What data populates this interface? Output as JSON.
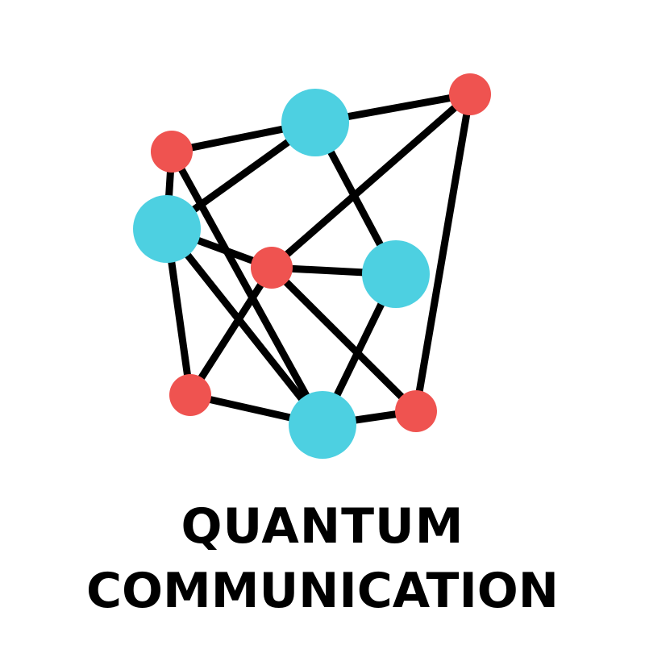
{
  "icon": {
    "name": "network-graph-icon",
    "colors": {
      "line": "#000000",
      "node_small": "#ef5350",
      "node_large": "#4dd0e1"
    },
    "nodes": [
      {
        "id": "n1",
        "kind": "small"
      },
      {
        "id": "n2",
        "kind": "large"
      },
      {
        "id": "n3",
        "kind": "small"
      },
      {
        "id": "n4",
        "kind": "large"
      },
      {
        "id": "n5",
        "kind": "small"
      },
      {
        "id": "n6",
        "kind": "large"
      },
      {
        "id": "n7",
        "kind": "small"
      },
      {
        "id": "n8",
        "kind": "large"
      },
      {
        "id": "n9",
        "kind": "small"
      }
    ],
    "edges": [
      [
        "n1",
        "n2"
      ],
      [
        "n2",
        "n3"
      ],
      [
        "n1",
        "n4"
      ],
      [
        "n1",
        "n8"
      ],
      [
        "n2",
        "n4"
      ],
      [
        "n2",
        "n6"
      ],
      [
        "n3",
        "n5"
      ],
      [
        "n3",
        "n9"
      ],
      [
        "n4",
        "n5"
      ],
      [
        "n4",
        "n7"
      ],
      [
        "n4",
        "n8"
      ],
      [
        "n5",
        "n6"
      ],
      [
        "n5",
        "n7"
      ],
      [
        "n5",
        "n9"
      ],
      [
        "n6",
        "n8"
      ],
      [
        "n7",
        "n8"
      ],
      [
        "n8",
        "n9"
      ]
    ]
  },
  "caption": {
    "line1": "QUANTUM",
    "line2": "COMMUNICATION"
  }
}
